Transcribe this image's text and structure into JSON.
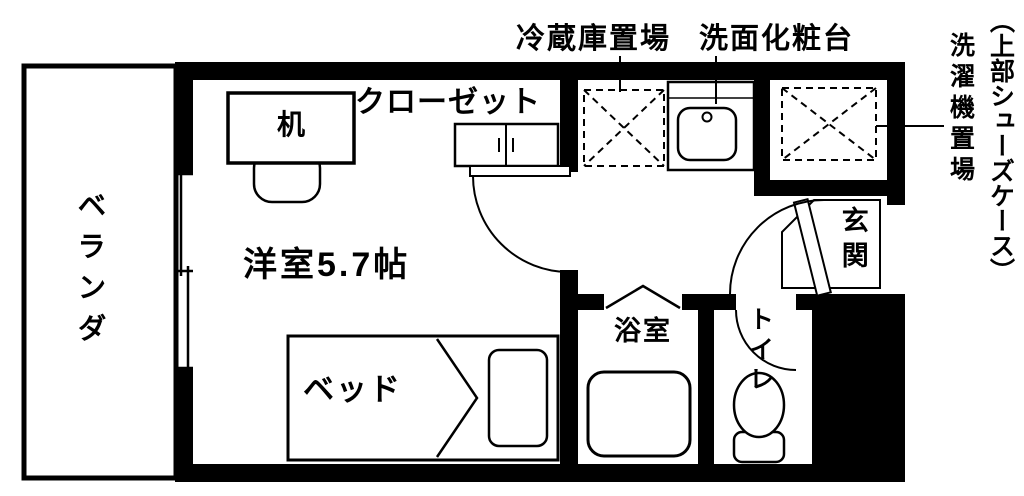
{
  "colors": {
    "background": "#ffffff",
    "line": "#000000"
  },
  "labels": {
    "veranda": "ベランダ",
    "room": "洋室5.7帖",
    "desk": "机",
    "bed": "ベッド",
    "closet": "クローゼット",
    "fridge": "冷蔵庫置場",
    "vanity": "洗面化粧台",
    "bath": "浴室",
    "toilet": "トイレ",
    "entrance": "玄関",
    "washer_note": "洗濯機置場",
    "shoecase_note": "（上部シューズケース）"
  }
}
